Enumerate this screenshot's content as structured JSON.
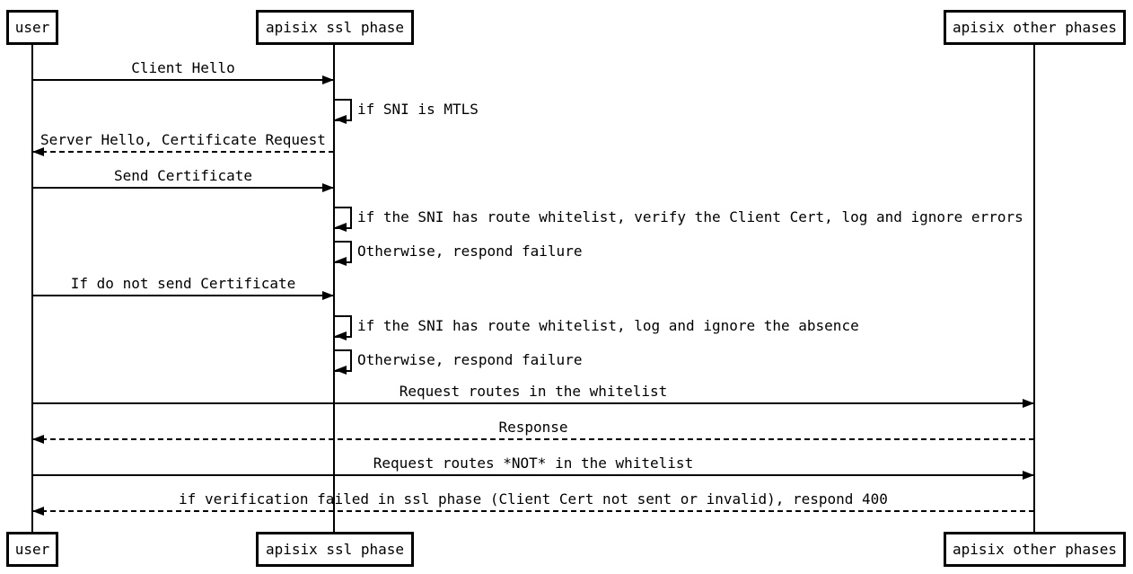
{
  "colors": {
    "stroke": "#000000",
    "text": "#000000",
    "background": "#ffffff"
  },
  "diagram": {
    "type": "sequence",
    "actors": [
      {
        "label": "user"
      },
      {
        "label": "apisix ssl phase"
      },
      {
        "label": "apisix other phases"
      }
    ],
    "messages": [
      {
        "kind": "message",
        "from": "user",
        "to": "apisix ssl phase",
        "line": "solid",
        "arrow": "right",
        "label": "Client Hello"
      },
      {
        "kind": "self",
        "on": "apisix ssl phase",
        "label": "if SNI is MTLS"
      },
      {
        "kind": "message",
        "from": "apisix ssl phase",
        "to": "user",
        "line": "dashed",
        "arrow": "left",
        "label": "Server Hello, Certificate Request"
      },
      {
        "kind": "message",
        "from": "user",
        "to": "apisix ssl phase",
        "line": "solid",
        "arrow": "right",
        "label": "Send Certificate"
      },
      {
        "kind": "self",
        "on": "apisix ssl phase",
        "label": "if the SNI has route whitelist, verify the Client Cert, log and ignore errors"
      },
      {
        "kind": "self",
        "on": "apisix ssl phase",
        "label": "Otherwise, respond failure"
      },
      {
        "kind": "message",
        "from": "user",
        "to": "apisix ssl phase",
        "line": "solid",
        "arrow": "right",
        "label": "If do not send Certificate"
      },
      {
        "kind": "self",
        "on": "apisix ssl phase",
        "label": "if the SNI has route whitelist, log and ignore the absence"
      },
      {
        "kind": "self",
        "on": "apisix ssl phase",
        "label": "Otherwise, respond failure"
      },
      {
        "kind": "message",
        "from": "user",
        "to": "apisix other phases",
        "line": "solid",
        "arrow": "right",
        "label": "Request routes in the whitelist"
      },
      {
        "kind": "message",
        "from": "apisix other phases",
        "to": "user",
        "line": "dashed",
        "arrow": "left",
        "label": "Response"
      },
      {
        "kind": "message",
        "from": "user",
        "to": "apisix other phases",
        "line": "solid",
        "arrow": "right",
        "label": "Request routes *NOT* in the whitelist"
      },
      {
        "kind": "message",
        "from": "apisix other phases",
        "to": "user",
        "line": "dashed",
        "arrow": "left",
        "label": "if verification failed in ssl phase (Client Cert not sent or invalid), respond 400"
      }
    ]
  }
}
